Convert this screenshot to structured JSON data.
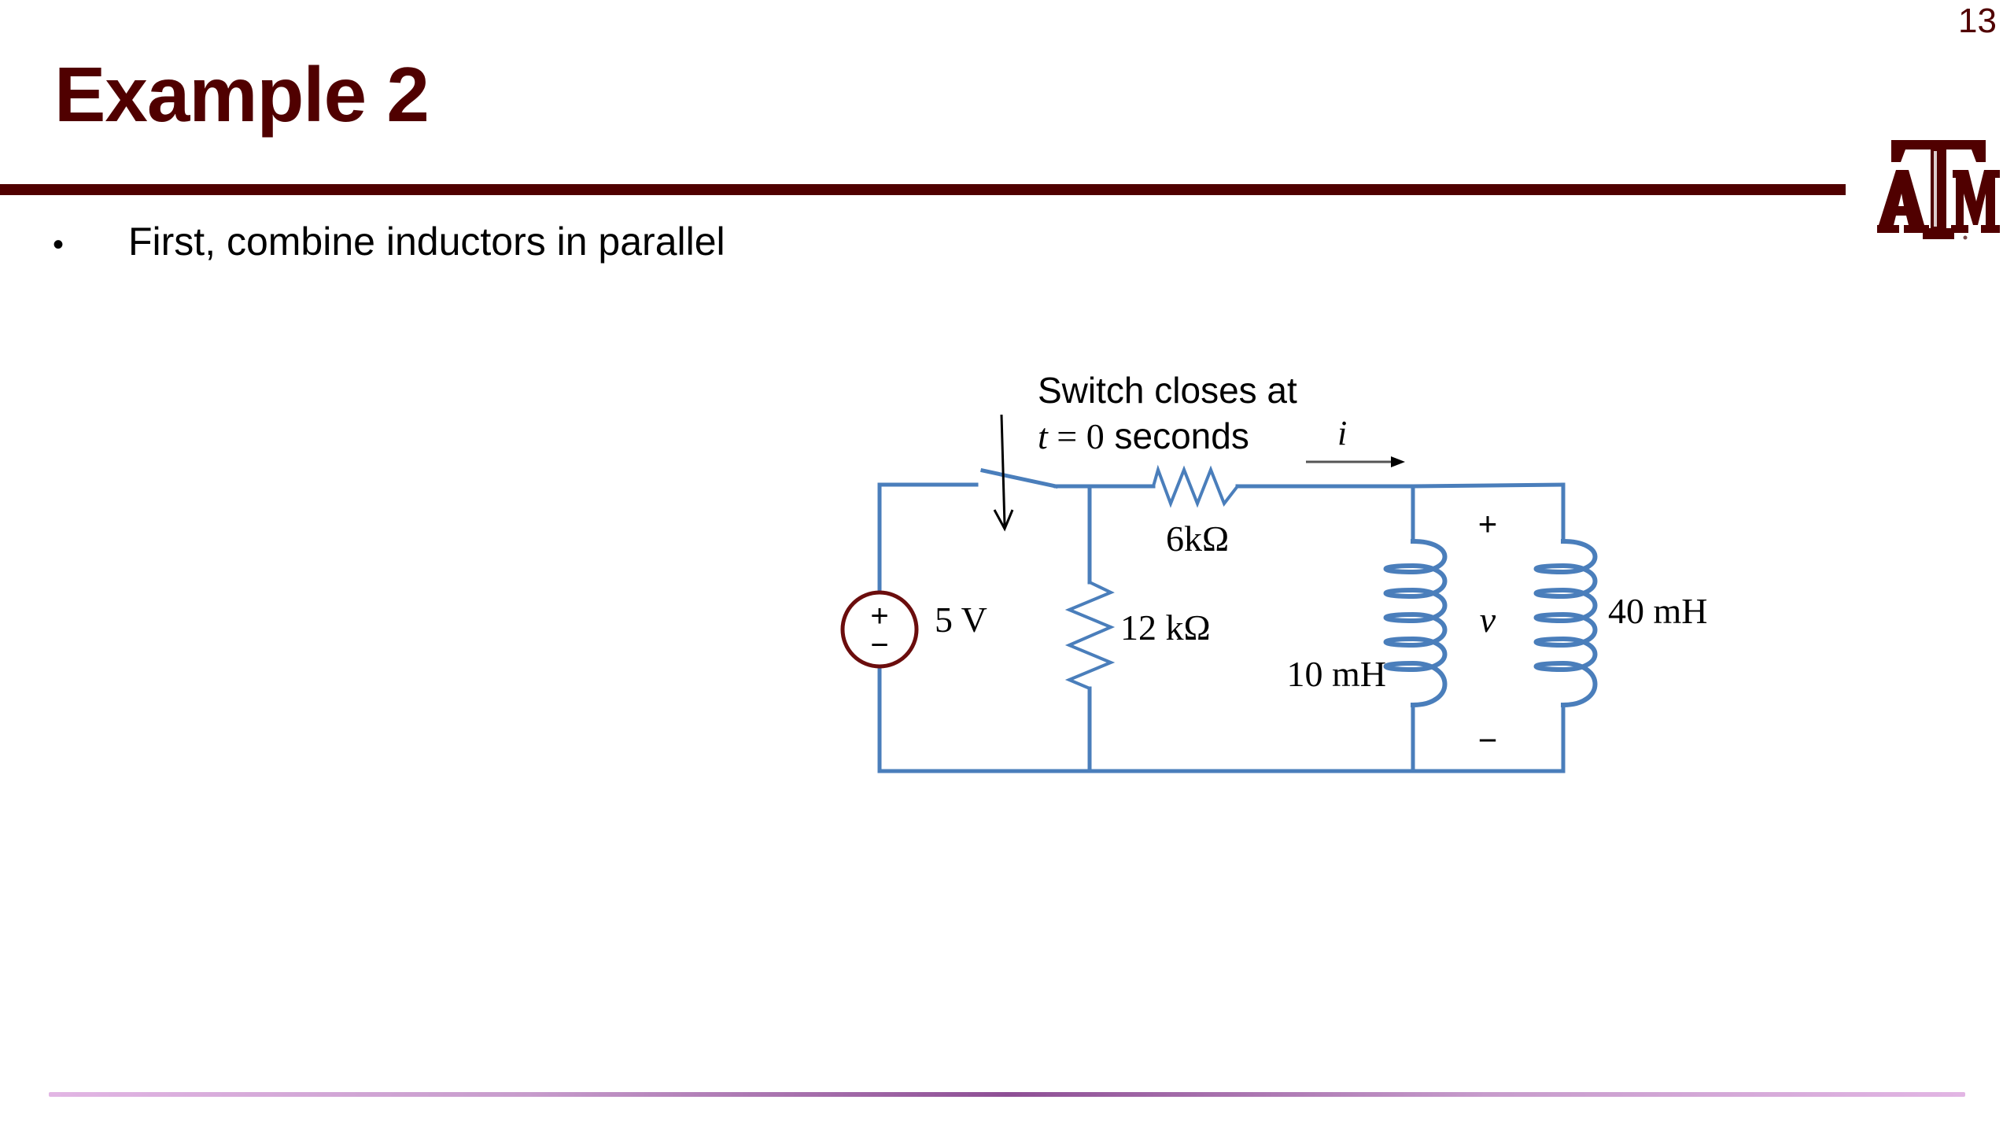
{
  "slide": {
    "number": "13",
    "title": "Example 2",
    "bullets": [
      "First, combine inductors in parallel"
    ],
    "bullet_symbol": "•",
    "logo": "texas-am-logo"
  },
  "colors": {
    "maroon": "#500000",
    "wire": "#4a7ebb",
    "source": "#6b0d0d",
    "footer": "#8e4f95"
  },
  "circuit": {
    "switch_label_line1": "Switch closes at",
    "switch_label_line2_t": "t",
    "switch_label_line2_eq": " = 0",
    "switch_label_line2_unit": " seconds",
    "current_label": "i",
    "source": {
      "label": "5 V",
      "plus": "+",
      "minus": "−"
    },
    "resistor_series": {
      "label": "6kΩ"
    },
    "resistor_shunt": {
      "label": "12 kΩ"
    },
    "inductor_1": {
      "label": "10 mH"
    },
    "inductor_2": {
      "label": "40 mH"
    },
    "voltage": {
      "label": "v",
      "plus": "+",
      "minus": "−"
    }
  }
}
